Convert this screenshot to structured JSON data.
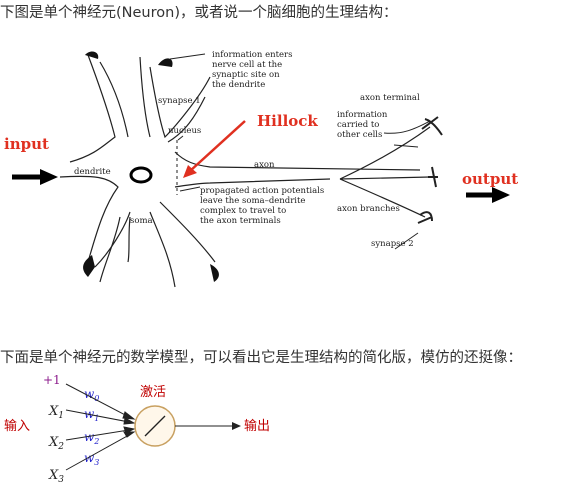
{
  "intro_text": "下图是单个神经元(Neuron)，或者说一个脑细胞的生理结构：",
  "math_text": "下面是单个神经元的数学模型，可以看出它是生理结构的简化版，模仿的还挺像：",
  "neuron_figure": {
    "input_label": "input",
    "output_label": "output",
    "hillock_label": "Hillock",
    "labels": {
      "info_enters": [
        "information enters",
        "nerve cell at the",
        "synaptic site on",
        "the dendrite"
      ],
      "synapse1": "synapse 1",
      "nucleus": "nucleus",
      "dendrite": "dendrite",
      "soma": "soma",
      "axon": "axon",
      "axon_terminal": "axon terminal",
      "info_carried": [
        "information",
        "carried to",
        "other cells"
      ],
      "propagated": [
        "propagated action potentials",
        "leave the soma–dendrite",
        "complex to travel to",
        "the axon terminals"
      ],
      "axon_branches": "axon branches",
      "synapse2": "synapse 2"
    }
  },
  "math_figure": {
    "bias": "+1",
    "w0": "w",
    "w0_sub": "0",
    "w1": "w",
    "w1_sub": "1",
    "w2": "w",
    "w2_sub": "2",
    "w3": "w",
    "w3_sub": "3",
    "x1": "X",
    "x1_sub": "1",
    "x2": "X",
    "x2_sub": "2",
    "x3": "X",
    "x3_sub": "3",
    "input_label": "输入",
    "activation_label": "激活",
    "output_label": "输出"
  },
  "colors": {
    "red": "#e03020",
    "darkred": "#c00000",
    "purple": "#8b1a8b",
    "blue": "#2222cc",
    "circle_fill": "#fff7ea",
    "circle_stroke": "#c8a060"
  }
}
